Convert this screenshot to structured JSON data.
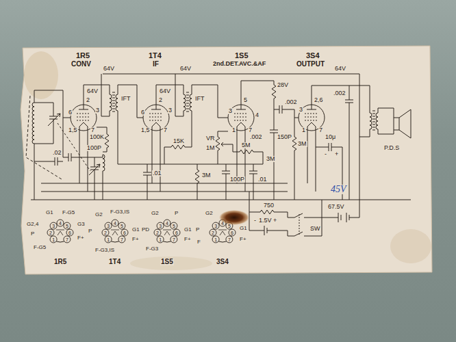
{
  "diagram": {
    "labels": [
      "1R5",
      "CONV",
      "1T4",
      "IF",
      "1S5",
      "2nd.DET.AVC.&AF",
      "3S4",
      "OUTPUT",
      "64V",
      "64V",
      "64V",
      "28V",
      "64V",
      "IFT",
      "64V",
      "IFT",
      "6",
      "2",
      "3",
      "1,5",
      "7",
      "6",
      "2",
      "3",
      "1,5",
      "7",
      "5",
      "3",
      "4",
      "1",
      "7",
      "2,6",
      "3",
      "1",
      "7",
      "100K",
      "100P",
      ".02",
      ".01",
      "15K",
      "3M",
      ".002",
      "VR",
      "1M",
      "5M",
      "100P",
      ".01",
      "3M",
      "3M",
      "150P",
      ".002",
      ".002",
      "10μ",
      "-",
      "+",
      "P.D.S",
      "45V",
      "67.5V",
      "750",
      "-",
      "1.5V",
      "+",
      "SW",
      "G1",
      "F-G5",
      "G2,4",
      "G3",
      "P",
      "F+",
      "F-G5",
      "1",
      "2",
      "3",
      "4",
      "5",
      "6",
      "7",
      "1R5",
      "G2",
      "F-G3,IS",
      "P",
      "G1",
      "F-G3,IS",
      "F+",
      "1",
      "2",
      "3",
      "4",
      "5",
      "6",
      "7",
      "1T4",
      "G2",
      "P",
      "PD",
      "G1",
      "F-G3",
      "F+",
      "1",
      "2",
      "3",
      "4",
      "5",
      "6",
      "7",
      "1S5",
      "G2",
      "G1",
      "P",
      "F",
      "F+",
      "1",
      "2",
      "3",
      "4",
      "5",
      "6",
      "7",
      "3S4"
    ]
  }
}
